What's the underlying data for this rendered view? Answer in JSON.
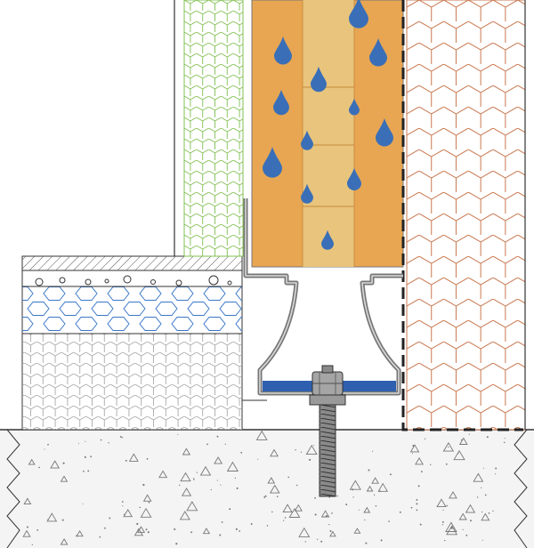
{
  "drawing": {
    "colors": {
      "background": "#ffffff",
      "outline": "#333333",
      "concrete_fill": "#f4f4f4",
      "aggregate_mark": "#777777",
      "timber_dark": "#e8a652",
      "timber_light": "#e8c47c",
      "timber_grain": "#c98a3a",
      "water_drop": "#3a6fb8",
      "left_insulation_hex": "#80c050",
      "right_insulation_hex": "#c87850",
      "screed_hex": "#3a78c8",
      "floor_fill_hex": "#aaaaaa",
      "steel_bracket": "#777777",
      "bracket_liner": "#2f60b0",
      "bolt": "#8a8a8a",
      "moisture_barrier": "#222222"
    },
    "layers": [
      "concrete-slab",
      "floor-insulation",
      "screed-layer",
      "bead-layer",
      "hatched-finish",
      "wall-insulation-green",
      "timber-beam",
      "wall-insulation-brown",
      "steel-support-bracket",
      "anchor-bolt"
    ],
    "icons": [
      "water-drop-icon",
      "hex-nut-icon",
      "washer-icon",
      "threaded-rod-icon"
    ]
  }
}
